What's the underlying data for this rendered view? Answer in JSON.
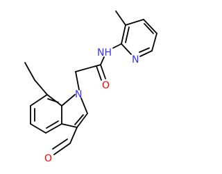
{
  "molecule": {
    "atom_labels": {
      "amide_nitrogen": "NH",
      "indole_nitrogen": "N",
      "pyridine_nitrogen": "N",
      "amide_oxygen": "O",
      "aldehyde_oxygen": "O"
    },
    "colors": {
      "bond": "#000000",
      "nitrogen": "#3333ff",
      "oxygen": "#ff0000",
      "background": "#ffffff"
    }
  }
}
